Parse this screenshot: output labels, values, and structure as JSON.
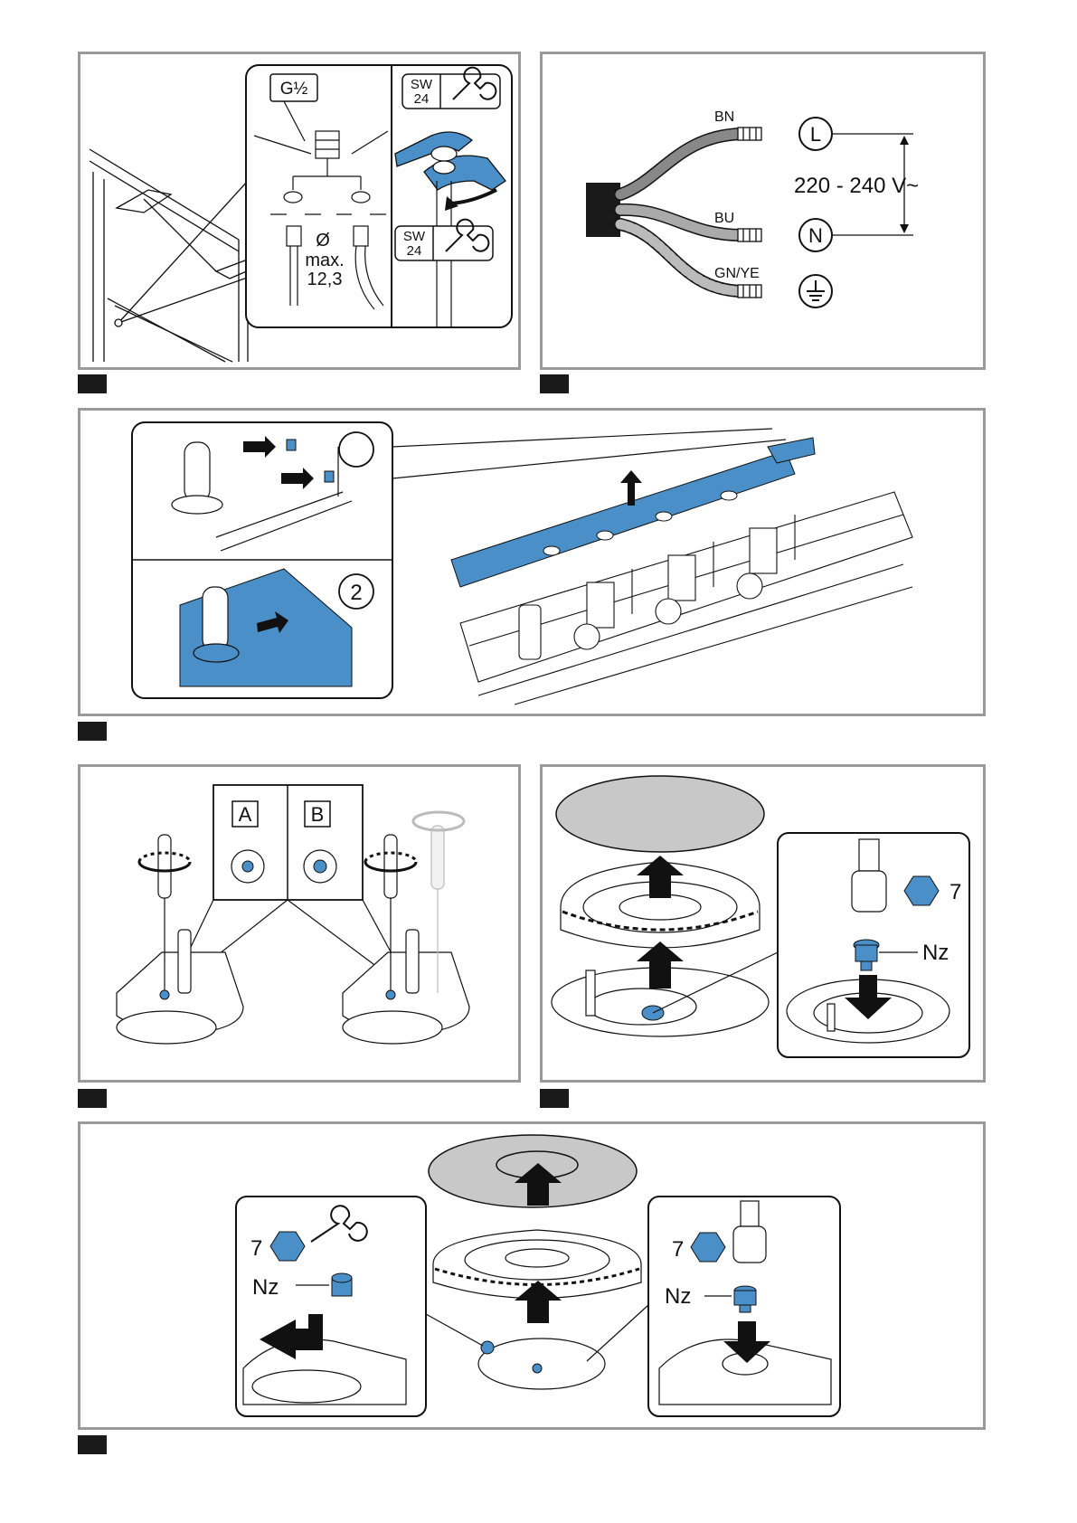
{
  "colors": {
    "accent": "#4a8fc7",
    "frame": "#9a9a9a",
    "ink": "#111111",
    "cap": "#c8c8c8"
  },
  "panel1": {
    "thread_label": "G½",
    "wrench_size_top": "SW",
    "wrench_num_top": "24",
    "wrench_size_bottom": "SW",
    "wrench_num_bottom": "24",
    "diameter_symbol": "Ø",
    "max_label": "max.",
    "max_value": "12,3",
    "wrench_icon": "open-wrench-icon"
  },
  "panel2": {
    "wire_brown": "BN",
    "wire_blue": "BU",
    "wire_earth": "GN/YE",
    "terminal_live": "L",
    "terminal_neutral": "N",
    "voltage": "220 - 240 V~",
    "earth_icon": "ground-symbol-icon"
  },
  "panel3": {
    "step_two": "2"
  },
  "panel4": {
    "label_a": "A",
    "label_b": "B"
  },
  "panel5": {
    "spanner_size": "7",
    "nozzle_label": "Nz"
  },
  "panel6": {
    "spanner_size_left": "7",
    "nozzle_label_left": "Nz",
    "spanner_size_right": "7",
    "nozzle_label_right": "Nz"
  }
}
